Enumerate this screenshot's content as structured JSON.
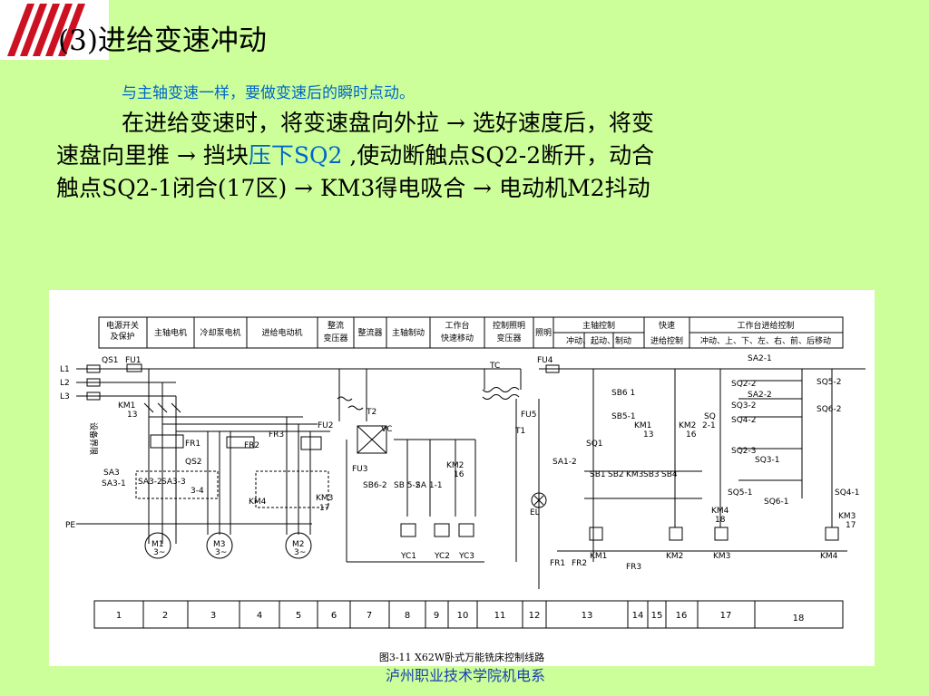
{
  "slide": {
    "title": "(3)进给变速冲动",
    "subtitle": "与主轴变速一样，要做变速后的瞬时点动。",
    "body": {
      "line1": "在进给变速时，将变速盘向外拉 → 选好速度后，将变",
      "line2_a": "速盘向里推 → 挡块",
      "line2_hl": "压下SQ2",
      "line2_b": " ,使动断触点SQ2-2断开，动合",
      "line3": "触点SQ2-1闭合(17区) → KM3得电吸合 → 电动机M2抖动"
    },
    "footer": "泸州职业技术学院机电系"
  },
  "diagram": {
    "caption": "图3-11  X62W卧式万能铣床控制线路",
    "header_cells": [
      {
        "l1": "电源开关",
        "l2": "及保护"
      },
      {
        "l1": "主轴电机",
        "l2": ""
      },
      {
        "l1": "冷却泵电机",
        "l2": ""
      },
      {
        "l1": "进给电动机",
        "l2": ""
      },
      {
        "l1": "整流",
        "l2": "变压器"
      },
      {
        "l1": "整流器",
        "l2": ""
      },
      {
        "l1": "主轴制动",
        "l2": ""
      },
      {
        "l1": "工作台",
        "l2": "快速移动"
      },
      {
        "l1": "控制照明",
        "l2": "变压器"
      },
      {
        "l1": "照明",
        "l2": ""
      },
      {
        "l1": "主轴控制",
        "l2": "冲动、起动、制动"
      },
      {
        "l1": "快速",
        "l2": "进给控制"
      },
      {
        "l1": "工作台进给控制",
        "l2": "冲动、上、下、左、右、前、后移动"
      }
    ],
    "zones": [
      "1",
      "2",
      "3",
      "4",
      "5",
      "6",
      "7",
      "8",
      "9",
      "10",
      "11",
      "12",
      "13",
      "14",
      "15",
      "16",
      "17",
      "18"
    ],
    "labels": {
      "l1": "L1",
      "l2": "L2",
      "l3": "L3",
      "qs1": "QS1",
      "fu1": "FU1",
      "km1": "KM1",
      "km1n": "13",
      "fr1": "FR1",
      "fr2": "FR2",
      "fr3": "FR3",
      "qs2": "QS2",
      "sa3": "SA3",
      "sa31": "SA3-1",
      "sa32": "SA3-2",
      "sa33": "SA3-3",
      "sa34": "3-4",
      "pe": "PE",
      "km4": "KM4",
      "km3": "KM3",
      "km3n": "17",
      "m1": "M1",
      "m3": "M3",
      "m2": "M2",
      "ph": "3~",
      "equip": "设备界限",
      "t2": "T2",
      "fu2": "FU2",
      "vc": "VC",
      "fu3": "FU3",
      "sb62": "SB6-2",
      "sb52": "SB 5-2",
      "sa1": "SA 1-1",
      "km2": "KM2",
      "km2n": "16",
      "yc1": "YC1",
      "yc2": "YC2",
      "yc3": "YC3",
      "tc": "TC",
      "fu4": "FU4",
      "fu5": "FU5",
      "t1": "T1",
      "el": "EL",
      "sb61": "SB6  1",
      "sb51": "SB5-1",
      "km1b": "KM1",
      "km1bn": "13",
      "sq1": "SQ1",
      "sa12": "SA1-2",
      "sb1": "SB1",
      "sb2": "SB2",
      "km3b": "KM3",
      "sb3": "SB3",
      "sb4": "SB4",
      "km2b": "KM2",
      "km2bn": "16",
      "sq": "SQ",
      "sq21": "2-1",
      "sa21": "SA2-1",
      "sq22": "SQ2-2",
      "sa22": "SA2-2",
      "sq32": "SQ3-2",
      "sq42": "SQ4-2",
      "sq52": "SQ5-2",
      "sq62": "SQ6-2",
      "sq23": "SQ2-3",
      "sq31": "SQ3-1",
      "sq51": "SQ5-1",
      "sq61": "SQ6-1",
      "sq41": "SQ4-1",
      "km4b": "KM4",
      "km4bn": "18",
      "km3c": "KM3",
      "km3cn": "17",
      "coil_km1": "KM1",
      "coil_km2": "KM2",
      "coil_km3": "KM3",
      "coil_km4": "KM4",
      "fr1b": "FR1",
      "fr2b": "FR2",
      "fr3b": "FR3",
      "sa1a": "SA 1-1"
    }
  }
}
